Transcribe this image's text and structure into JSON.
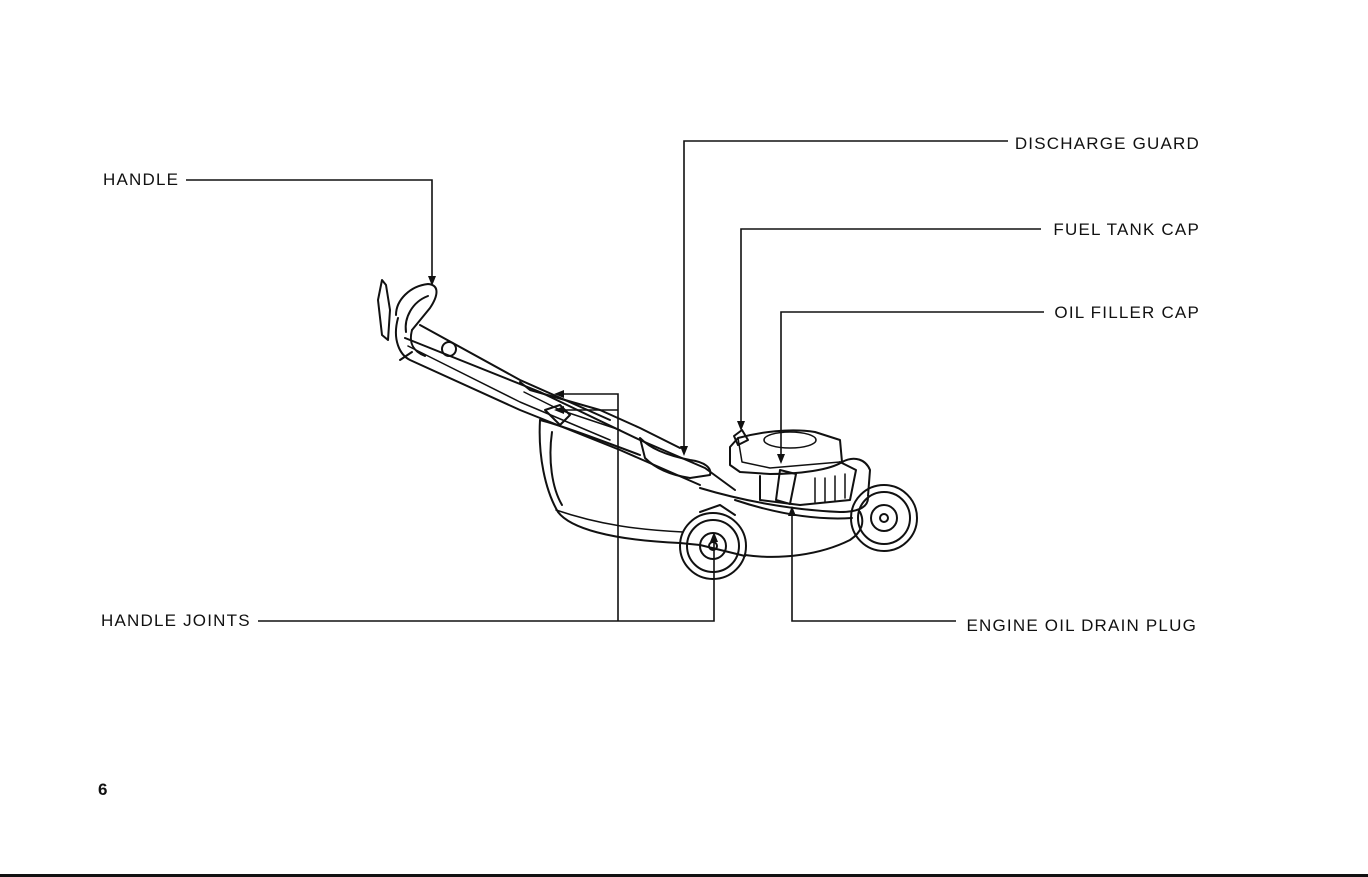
{
  "labels": {
    "handle": "HANDLE",
    "handle_joints": "HANDLE JOINTS",
    "discharge_guard": "DISCHARGE GUARD",
    "fuel_tank_cap": "FUEL TANK CAP",
    "oil_filler_cap": "OIL FILLER CAP",
    "engine_oil_drain_plug": "ENGINE OIL DRAIN PLUG"
  },
  "page_number": "6",
  "colors": {
    "ink": "#111111",
    "paper": "#ffffff"
  }
}
